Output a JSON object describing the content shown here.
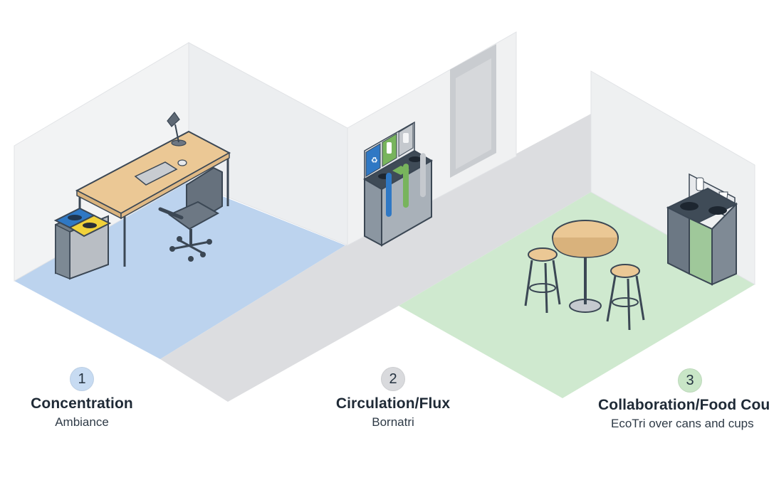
{
  "zones": [
    {
      "number": "1",
      "title": "Concentration",
      "subtitle": "Ambiance",
      "color": "#bcd3ee",
      "badge_color": "#c7dbf2"
    },
    {
      "number": "2",
      "title": "Circulation/Flux",
      "subtitle": "Bornatri",
      "color": "#dcdde0",
      "badge_color": "#d9dadd"
    },
    {
      "number": "3",
      "title": "Collaboration/Food Cou",
      "subtitle": "EcoTri over cans and cups",
      "color": "#cfe9cf",
      "badge_color": "#c9e6c7"
    }
  ],
  "colors": {
    "wall": "#f1f2f3",
    "wall_shade": "#e6e7e9",
    "outline": "#3b4754",
    "wood": "#ebc895",
    "bin_blue": "#2f78c4",
    "bin_yellow": "#f1d23a",
    "bin_green": "#78b45d",
    "bin_gray": "#6f7b86"
  },
  "icons": [
    "desk-lamp-icon",
    "laptop-icon",
    "recycle-icon",
    "bottle-icon",
    "cup-icon"
  ]
}
